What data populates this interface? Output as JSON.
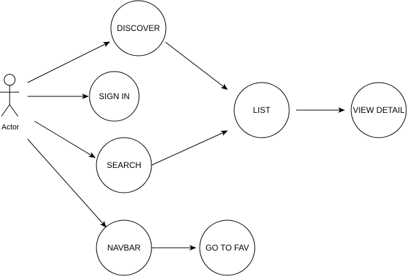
{
  "diagram": {
    "actor": {
      "label": "Actor"
    },
    "nodes": {
      "discover": "DISCOVER",
      "signin": "SIGN IN",
      "search": "SEARCH",
      "navbar": "NAVBAR",
      "list": "LIST",
      "view_detail": "VIEW DETAIL",
      "go_to_fav": "GO TO FAV"
    },
    "edges": [
      {
        "from": "actor",
        "to": "discover"
      },
      {
        "from": "actor",
        "to": "signin"
      },
      {
        "from": "actor",
        "to": "search"
      },
      {
        "from": "actor",
        "to": "navbar"
      },
      {
        "from": "discover",
        "to": "list"
      },
      {
        "from": "search",
        "to": "list"
      },
      {
        "from": "list",
        "to": "view_detail"
      },
      {
        "from": "navbar",
        "to": "go_to_fav"
      }
    ]
  }
}
